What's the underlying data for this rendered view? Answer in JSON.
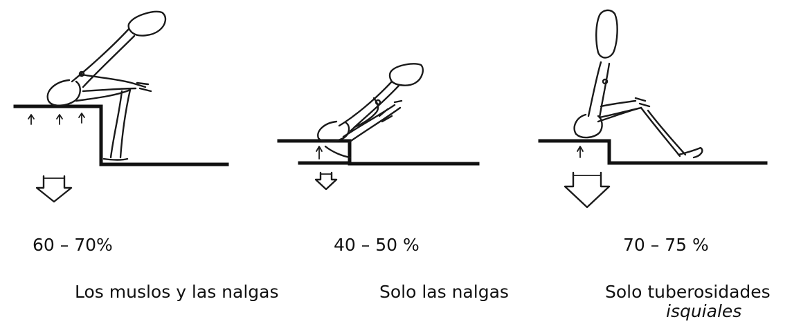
{
  "colors": {
    "ink": "#111111",
    "background": "#ffffff"
  },
  "postures": [
    {
      "percent": "60 – 70%",
      "support": "Los muslos y las nalgas",
      "support_extra": ""
    },
    {
      "percent": "40 – 50 %",
      "support": "Solo las nalgas",
      "support_extra": ""
    },
    {
      "percent": "70 – 75 %",
      "support": "Solo tuberosidades",
      "support_extra": "isquiales"
    }
  ]
}
